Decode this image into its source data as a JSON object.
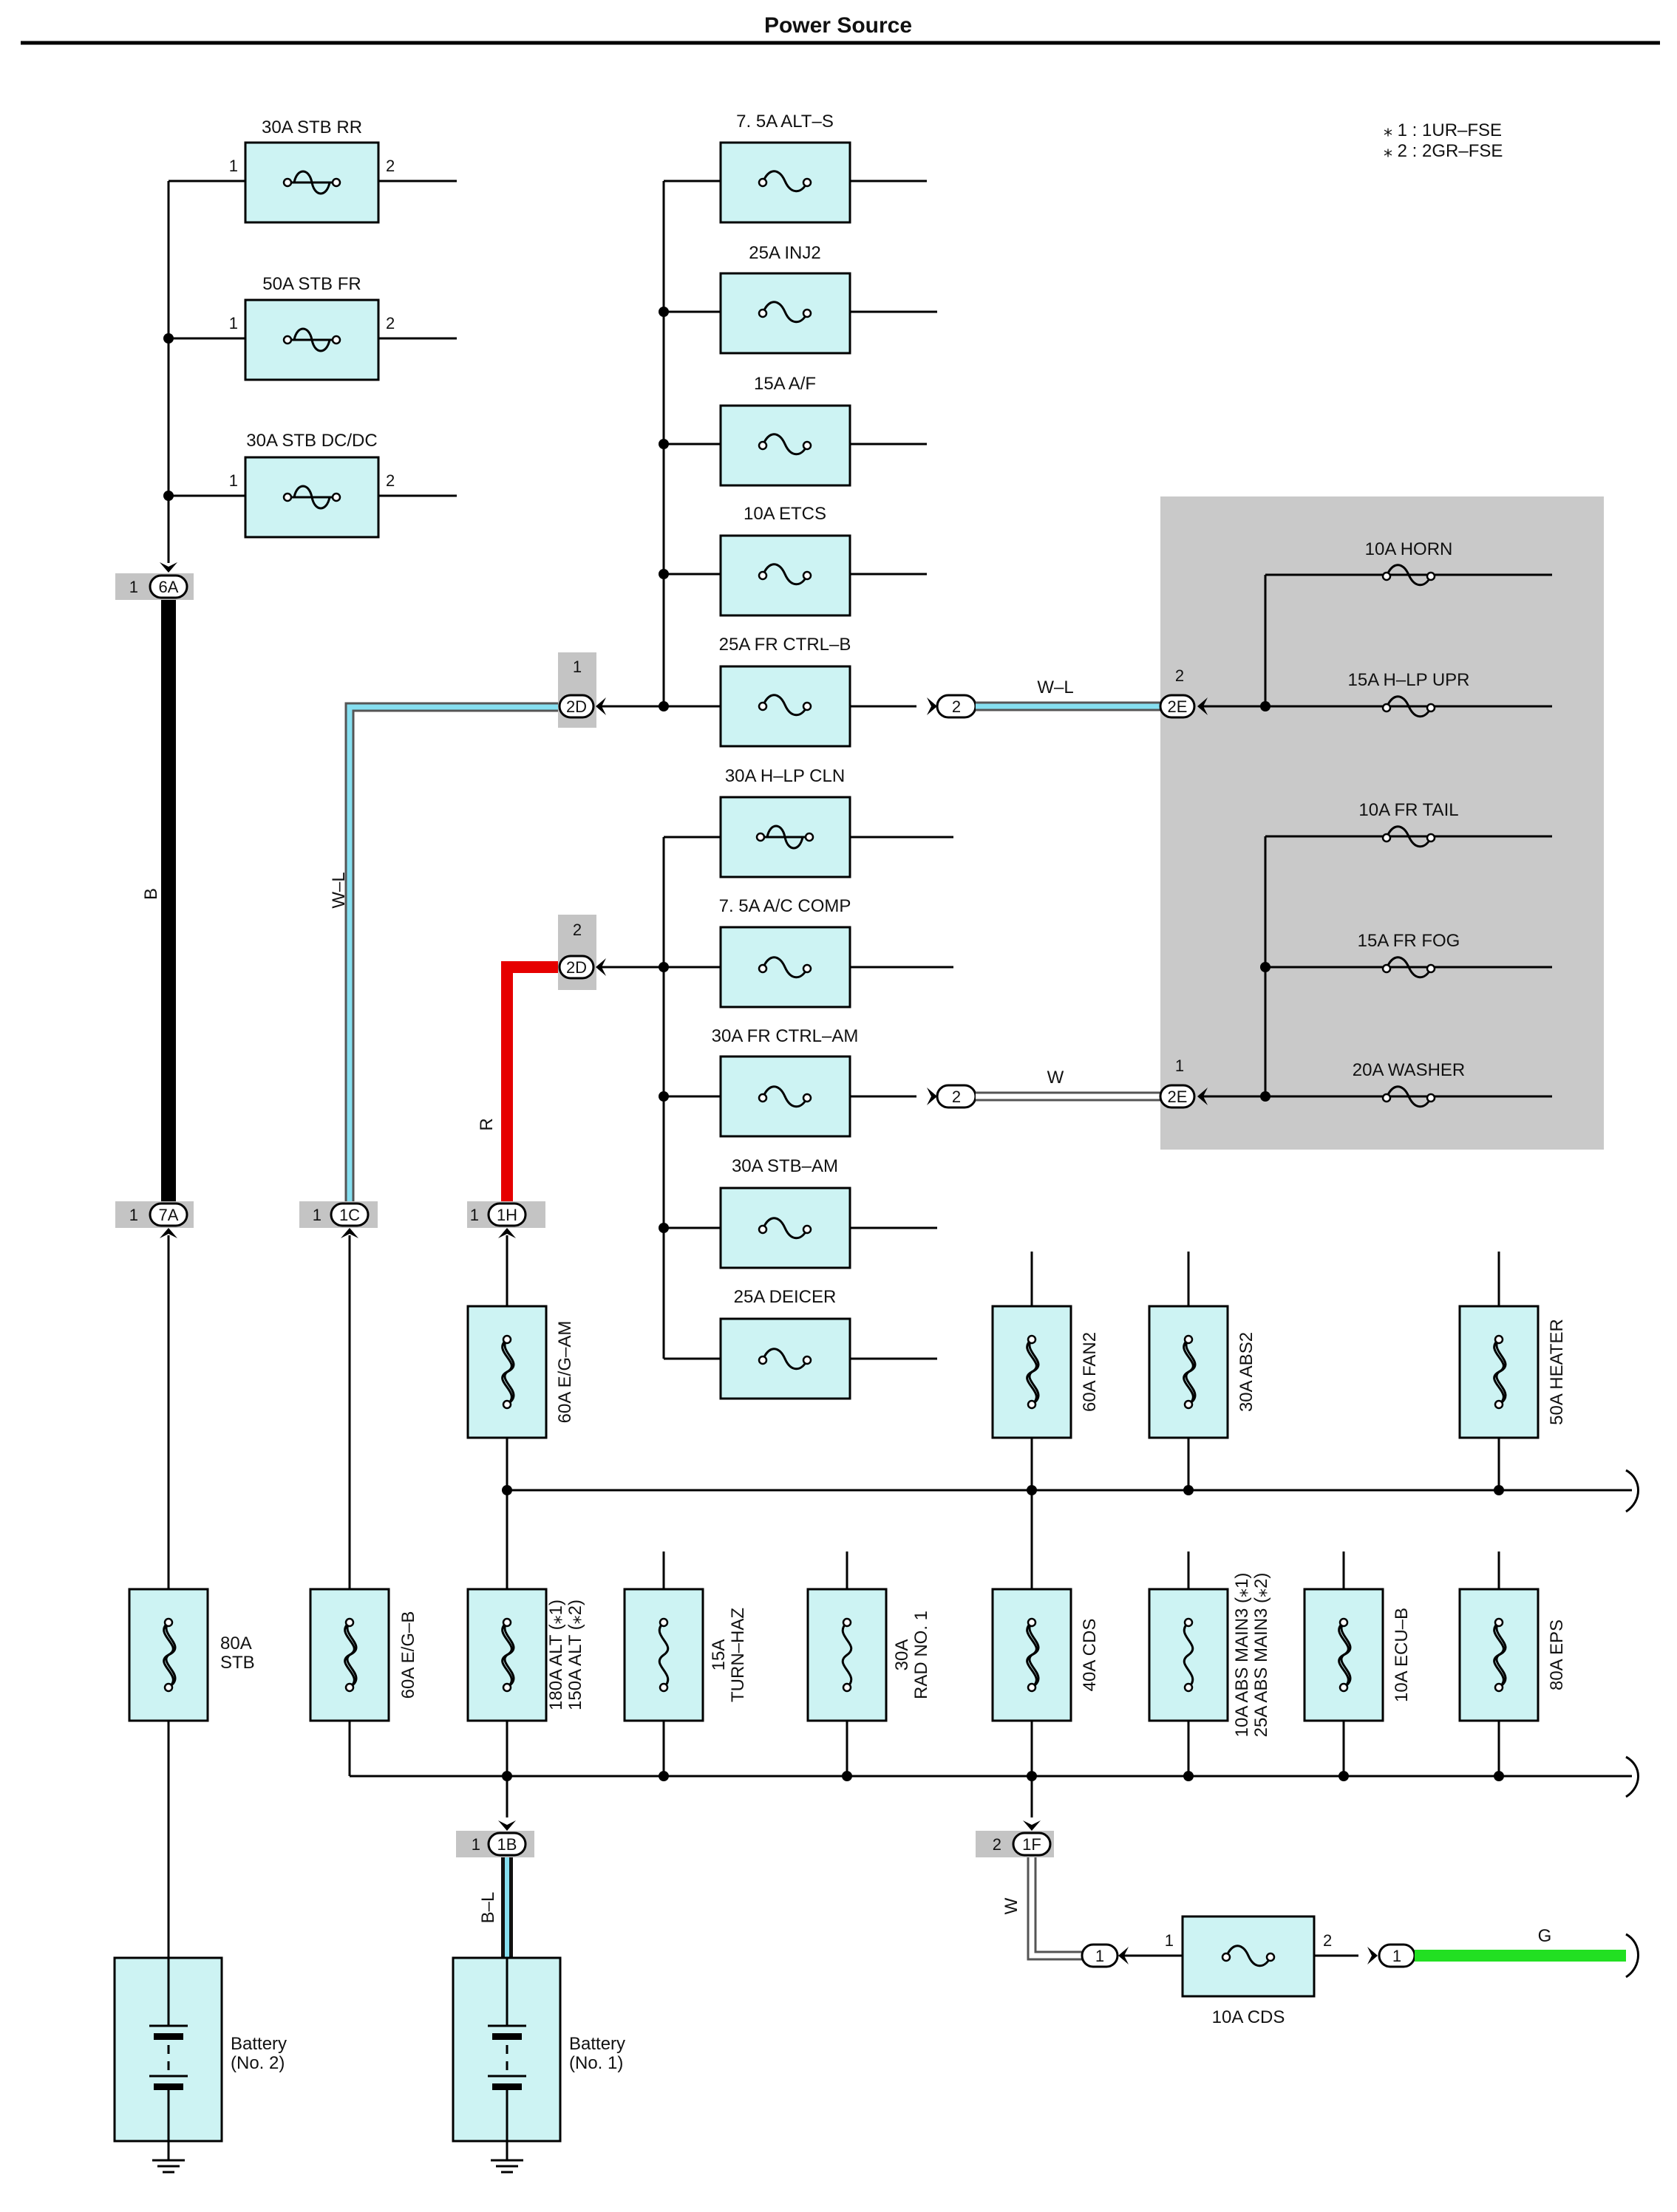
{
  "title": "Power Source",
  "legend": [
    "⁎ 1 : 1UR–FSE",
    "⁎ 2 : 2GR–FSE"
  ],
  "fuses": {
    "stb_rr": "30A STB RR",
    "stb_fr": "50A STB FR",
    "stb_dcdc": "30A STB DC/DC",
    "alt_s": "7. 5A ALT–S",
    "inj2": "25A INJ2",
    "af": "15A A/F",
    "etcs": "10A ETCS",
    "fr_ctrl_b": "25A FR CTRL–B",
    "hlp_cln": "30A H–LP CLN",
    "ac_comp": "7. 5A A/C COMP",
    "fr_ctrl_am": "30A FR CTRL–AM",
    "stb_am": "30A STB–AM",
    "deicer": "25A DEICER",
    "horn": "10A HORN",
    "hlp_upr": "15A H–LP UPR",
    "fr_tail": "10A FR TAIL",
    "fr_fog": "15A FR FOG",
    "washer": "20A WASHER",
    "eg_am": "60A E/G–AM",
    "fan2": "60A FAN2",
    "abs2": "30A ABS2",
    "heater": "50A HEATER",
    "stb80": [
      "80A",
      "STB"
    ],
    "eg_b": "60A E/G–B",
    "alt": [
      "180A ALT (⁎1)",
      "150A ALT (⁎2)"
    ],
    "turn_haz": [
      "15A",
      "TURN–HAZ"
    ],
    "rad1": [
      "30A",
      "RAD NO. 1"
    ],
    "cds40": "40A CDS",
    "abs_main3": [
      "10A ABS MAIN3 (⁎1)",
      "25A ABS MAIN3 (⁎2)"
    ],
    "ecu_b": "10A ECU–B",
    "eps": "80A EPS",
    "cds10": "10A CDS"
  },
  "connectors": {
    "c6a": "6A",
    "c7a": "7A",
    "c1c": "1C",
    "c1h": "1H",
    "c1b": "1B",
    "c1f": "1F",
    "c2d": "2D",
    "c2e": "2E",
    "c2": "2",
    "c1": "1"
  },
  "pins": {
    "p1": "1",
    "p2": "2"
  },
  "wires": {
    "b": "B",
    "wl": "W–L",
    "r": "R",
    "w": "W",
    "bl": "B–L",
    "g": "G"
  },
  "batteries": {
    "b2": [
      "Battery",
      "(No. 2)"
    ],
    "b1": [
      "Battery",
      "(No. 1)"
    ]
  },
  "colors": {
    "box_fill": "#cdf3f3",
    "wire_red": "#e60000",
    "wire_green": "#22e022",
    "wire_blue": "#86dff0",
    "panel_gray": "#c9c9c9",
    "pin_gray": "#c4c4c4"
  }
}
